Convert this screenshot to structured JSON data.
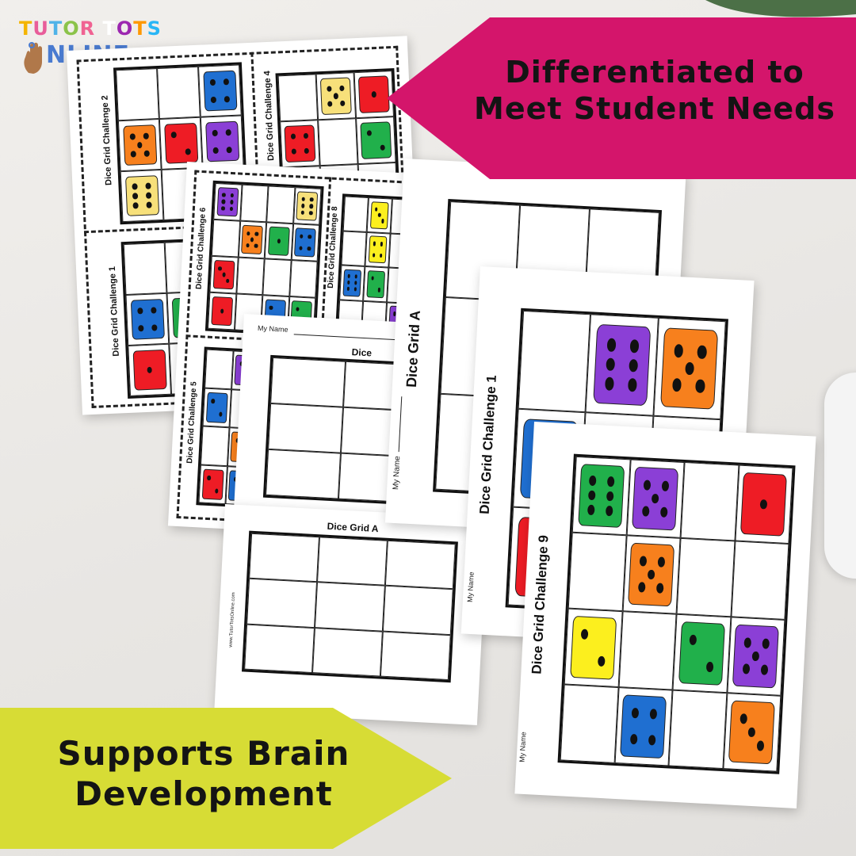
{
  "logo": {
    "line1": "TUTOR TOTS",
    "line2": "NLINE",
    "line1_colors": [
      "#f4b400",
      "#e85d9a",
      "#4fb3e8",
      "#8bc34a",
      "#f06292",
      "#ffffff",
      "#9c27b0",
      "#ff9800",
      "#29b6f6",
      "#e53935"
    ],
    "line2_color": "#4a7bd0"
  },
  "banners": {
    "top": {
      "text": "Differentiated to\nMeet Student Needs",
      "color": "#d4156b"
    },
    "bottom": {
      "text": "Supports Brain\nDevelopment",
      "color": "#d7dc35"
    }
  },
  "colors": {
    "red": "#ee1c25",
    "blue": "#1f6fd1",
    "green": "#21b04b",
    "purple": "#8b3fd6",
    "orange": "#f7801d",
    "yellow": "#fcef1e",
    "pale_yellow": "#f7e07a"
  },
  "sheets": {
    "cards_back": {
      "label_a": "Dice Grid Challenge 2",
      "label_b": "Dice Grid Challenge 4",
      "label_c": "Dice Grid Challenge 1"
    },
    "cards_front": {
      "label_a": "Dice Grid Challenge 6",
      "label_b": "Dice Grid Challenge 8",
      "label_c": "Dice Grid Challenge 5"
    },
    "name_sheet_small": {
      "my_name": "My Name",
      "title": "Dice"
    },
    "grid_sheet_small": {
      "title": "Dice Grid A",
      "website": "www.TutorTotsOnline.com"
    },
    "grid_sheet_tall": {
      "title": "Dice Grid A",
      "my_name": "My Name"
    },
    "challenge_1": {
      "title": "Dice Grid Challenge 1",
      "my_name": "My Name"
    },
    "challenge_9": {
      "title": "Dice Grid Challenge 9",
      "my_name": "My Name"
    }
  }
}
